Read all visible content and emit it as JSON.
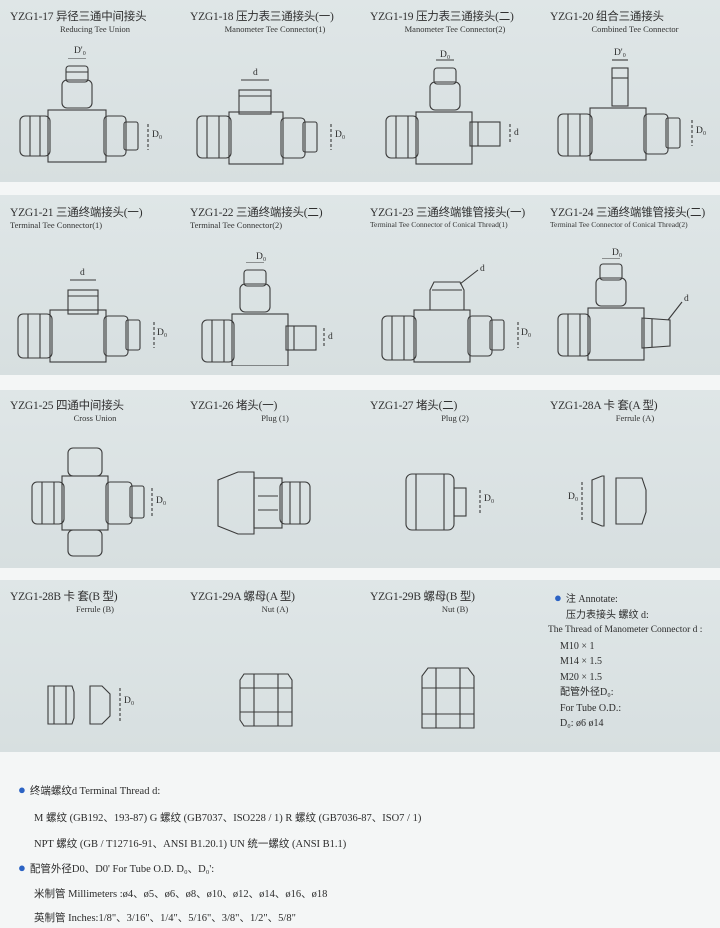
{
  "items": [
    {
      "code": "YZG1-17 异径三通中间接头",
      "sub": "Reducing Tee Union",
      "labels": [
        "D'₀",
        "D₀"
      ]
    },
    {
      "code": "YZG1-18 压力表三通接头(一)",
      "sub": "Manometer Tee Connector(1)",
      "labels": [
        "d",
        "D₀"
      ]
    },
    {
      "code": "YZG1-19 压力表三通接头(二)",
      "sub": "Manometer Tee Connector(2)",
      "labels": [
        "D₀",
        "d"
      ]
    },
    {
      "code": "YZG1-20 组合三通接头",
      "sub": "Combined Tee Connector",
      "labels": [
        "D'₀",
        "D₀"
      ]
    },
    {
      "code": "YZG1-21 三通终端接头(一)",
      "sub": "Terminal Tee Connector(1)",
      "labels": [
        "d",
        "D₀"
      ]
    },
    {
      "code": "YZG1-22 三通终端接头(二)",
      "sub": "Terminal Tee Connector(2)",
      "labels": [
        "D₀",
        "d"
      ]
    },
    {
      "code": "YZG1-23 三通终端锥管接头(一)",
      "sub": "Terminal Tee Connector of Conical Thread(1)",
      "labels": [
        "d",
        "D₀"
      ]
    },
    {
      "code": "YZG1-24 三通终端锥管接头(二)",
      "sub": "Terminal Tee Connector of Conical Thread(2)",
      "labels": [
        "D₀",
        "d"
      ]
    },
    {
      "code": "YZG1-25 四通中间接头",
      "sub": "Cross Union",
      "labels": [
        "D₀"
      ]
    },
    {
      "code": "YZG1-26 堵头(一)",
      "sub": "Plug (1)",
      "labels": []
    },
    {
      "code": "YZG1-27 堵头(二)",
      "sub": "Plug (2)",
      "labels": [
        "D₀"
      ]
    },
    {
      "code": "YZG1-28A 卡 套(A 型)",
      "sub": "Ferrule (A)",
      "labels": [
        "D₀"
      ]
    },
    {
      "code": "YZG1-28B 卡 套(B 型)",
      "sub": "Ferrule (B)",
      "labels": [
        "D₀"
      ]
    },
    {
      "code": "YZG1-29A 螺母(A 型)",
      "sub": "Nut (A)",
      "labels": []
    },
    {
      "code": "YZG1-29B 螺母(B 型)",
      "sub": "Nut (B)",
      "labels": []
    }
  ],
  "annotate": {
    "title": "注  Annotate:",
    "cn": "压力表接头 螺纹  d:",
    "en": "The Thread of Manometer Connector d :",
    "threads": [
      "M10 × 1",
      "M14 × 1.5",
      "M20 × 1.5"
    ],
    "tube_cn": "配管外径D₀:",
    "tube_en": "For Tube O.D.:",
    "tube_vals": "D₀: ø6 ø14"
  },
  "footer": {
    "terminal_title": "终端螺纹d Terminal Thread d:",
    "line1": "M 螺纹  (GB192、193-87)   G 螺纹  (GB7037、ISO228 / 1)   R 螺纹  (GB7036-87、ISO7 / 1)",
    "line2": "NPT 螺纹  (GB / T12716-91、ANSI B1.20.1)   UN 统一螺纹  (ANSI B1.1)",
    "tube_title": "配管外径D0、D0' For Tube O.D. D₀、D₀':",
    "mm": "米制管 Millimeters :ø4、ø5、ø6、ø8、ø10、ø12、ø14、ø16、ø18",
    "inch": "英制管 Inches:1/8\"、3/16\"、1/4\"、5/16\"、3/8\"、1/2\"、5/8\""
  },
  "colors": {
    "band": "#dbe3e4",
    "accent_dot": "#2c63c4",
    "line": "#3a3a3a"
  }
}
